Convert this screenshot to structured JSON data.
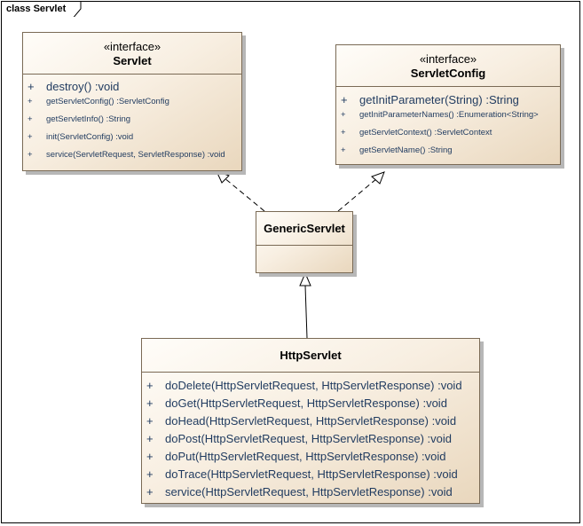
{
  "frame": {
    "label": "class Servlet"
  },
  "classes": {
    "servlet": {
      "stereotype": "«interface»",
      "name": "Servlet",
      "operations": [
        {
          "visibility": "+",
          "signature": "destroy()  :void"
        },
        {
          "visibility": "+",
          "signature": "getServletConfig()  :ServletConfig"
        },
        {
          "visibility": "+",
          "signature": "getServletInfo()  :String"
        },
        {
          "visibility": "+",
          "signature": "init(ServletConfig)  :void"
        },
        {
          "visibility": "+",
          "signature": "service(ServletRequest, ServletResponse)  :void"
        }
      ]
    },
    "servlet_config": {
      "stereotype": "«interface»",
      "name": "ServletConfig",
      "operations": [
        {
          "visibility": "+",
          "signature": "getInitParameter(String)  :String"
        },
        {
          "visibility": "+",
          "signature": "getInitParameterNames()  :Enumeration<String>"
        },
        {
          "visibility": "+",
          "signature": "getServletContext()  :ServletContext"
        },
        {
          "visibility": "+",
          "signature": "getServletName()  :String"
        }
      ]
    },
    "generic_servlet": {
      "name": "GenericServlet"
    },
    "http_servlet": {
      "name": "HttpServlet",
      "operations": [
        {
          "visibility": "+",
          "signature": "doDelete(HttpServletRequest, HttpServletResponse)  :void"
        },
        {
          "visibility": "+",
          "signature": "doGet(HttpServletRequest, HttpServletResponse)  :void"
        },
        {
          "visibility": "+",
          "signature": "doHead(HttpServletRequest, HttpServletResponse)  :void"
        },
        {
          "visibility": "+",
          "signature": "doPost(HttpServletRequest, HttpServletResponse)  :void"
        },
        {
          "visibility": "+",
          "signature": "doPut(HttpServletRequest, HttpServletResponse)  :void"
        },
        {
          "visibility": "+",
          "signature": "doTrace(HttpServletRequest, HttpServletResponse)  :void"
        },
        {
          "visibility": "+",
          "signature": "service(HttpServletRequest, HttpServletResponse)  :void"
        }
      ]
    }
  },
  "relations": [
    {
      "type": "realization",
      "from": "GenericServlet",
      "to": "Servlet"
    },
    {
      "type": "realization",
      "from": "GenericServlet",
      "to": "ServletConfig"
    },
    {
      "type": "generalization",
      "from": "HttpServlet",
      "to": "GenericServlet"
    }
  ],
  "colors": {
    "operation_text": "#1f3a5f",
    "border": "#7a6a55",
    "fill_start": "#fffdf9",
    "fill_end": "#e9d7bd"
  }
}
